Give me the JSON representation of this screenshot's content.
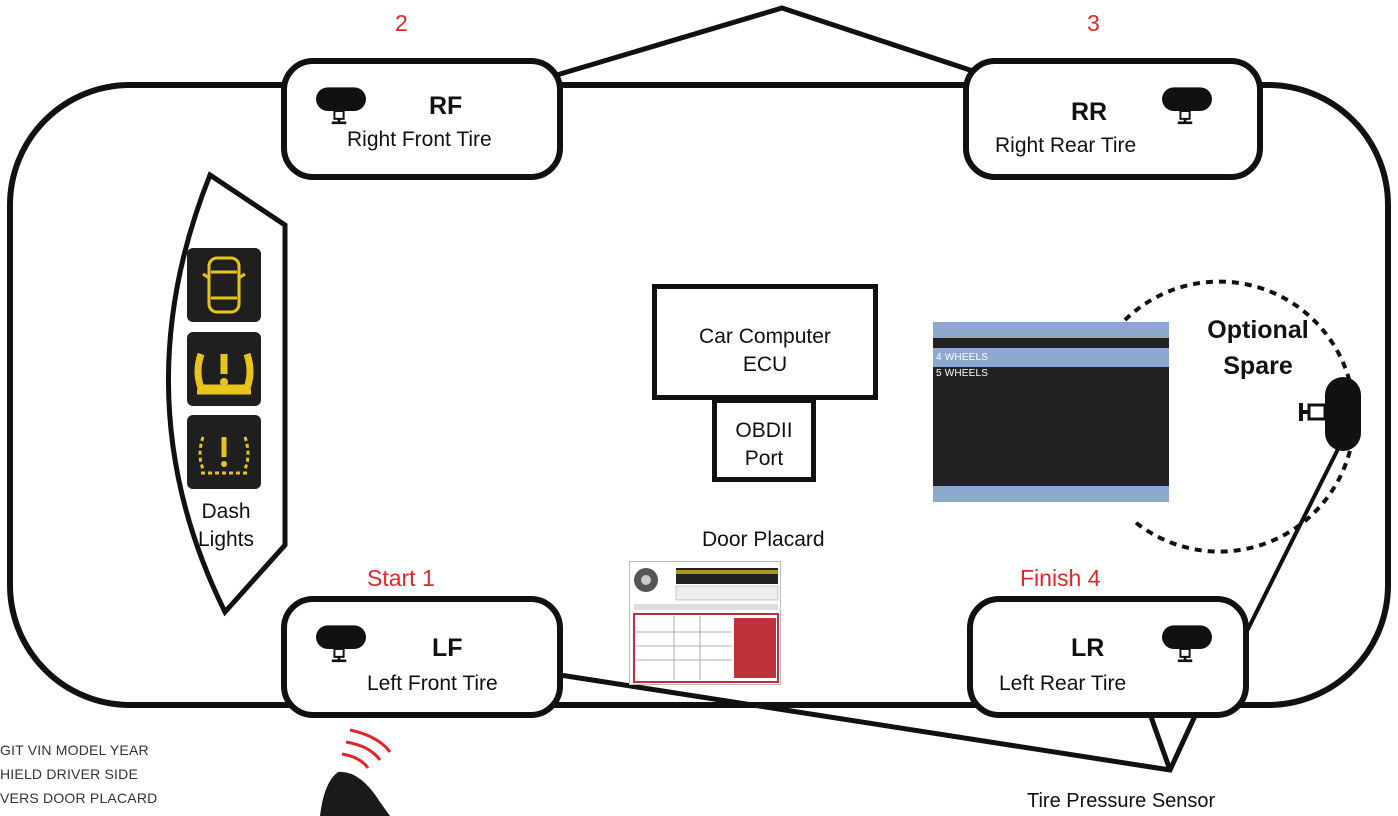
{
  "order_labels": {
    "rf": "2",
    "rr": "3",
    "lf": "Start 1",
    "lr": "Finish 4"
  },
  "tires": {
    "rf": {
      "code": "RF",
      "name": "Right  Front Tire"
    },
    "rr": {
      "code": "RR",
      "name": "Right Rear Tire"
    },
    "lf": {
      "code": "LF",
      "name": "Left  Front Tire"
    },
    "lr": {
      "code": "LR",
      "name": "Left  Rear Tire"
    }
  },
  "ecu": {
    "line1": "Car Computer",
    "line2": "ECU"
  },
  "obd": {
    "line1": "OBDII",
    "line2": "Port"
  },
  "dash": {
    "line1": "Dash",
    "line2": "Lights"
  },
  "screen": {
    "options": [
      "4 WHEELS",
      "5 WHEELS"
    ]
  },
  "spare": {
    "line1": "Optional",
    "line2": "Spare"
  },
  "placard": {
    "title": "Door Placard"
  },
  "sensor_label": "Tire Pressure Sensor",
  "vin_note": [
    "GIT VIN MODEL YEAR",
    "HIELD DRIVER SIDE",
    "VERS DOOR PLACARD"
  ],
  "colors": {
    "accent_red": "#e0262b",
    "dash_yellow": "#e8c41a",
    "screen_blue": "#8ea7cf"
  }
}
